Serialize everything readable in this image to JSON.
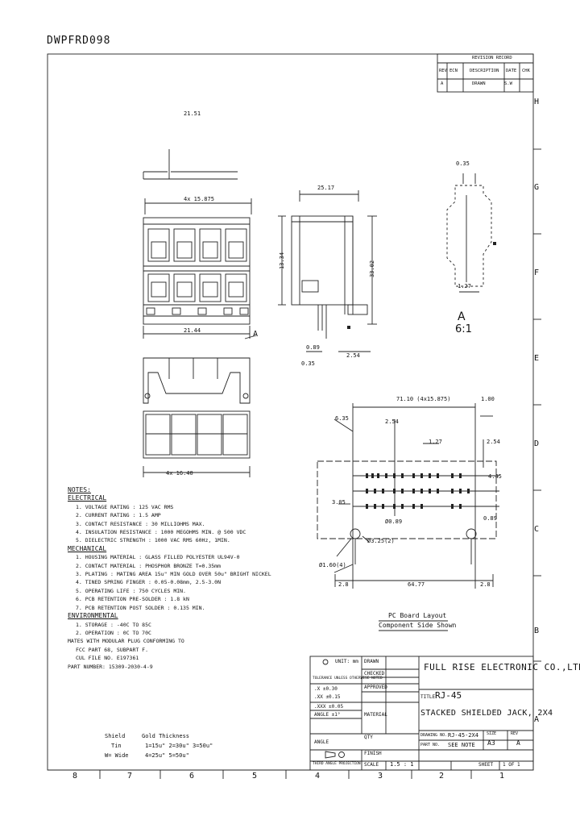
{
  "doc_number": "DWPFRD098",
  "revision_record": {
    "title": "REVISION RECORD",
    "headers": [
      "REV",
      "ECN",
      "DESCRIPTION",
      "DATE",
      "CHK"
    ],
    "row": [
      "A",
      "",
      "DRAWN",
      "",
      "S.W"
    ]
  },
  "view_labels": {
    "front_dim": "21.51",
    "width_dim": "4x 15.875",
    "depth_dim": "21.44",
    "bottom_dim": "4x 16.40",
    "side_width": "25.17",
    "side_height": "33.02",
    "pin_dims": [
      "0.89",
      "0.35",
      "2.54"
    ],
    "side_left_dim": "13.34",
    "section_marker": "A",
    "detail_label": "A",
    "detail_scale": "6:1",
    "detail_dims": [
      "0.35",
      "1.27"
    ]
  },
  "pcb_layout": {
    "top_dim": "71.10 (4x15.875)",
    "right_dims": [
      "1.00",
      "2.54",
      "4.45",
      "0.89",
      "1.27"
    ],
    "left_dims": [
      "6.35",
      "2.54",
      "3.05"
    ],
    "hole_label_1": "Ø0.89",
    "hole_label_2": "Ø3.25(2)",
    "hole_label_3": "Ø1.60(4)",
    "bottom_dims": [
      "2.8",
      "64.77",
      "2.8"
    ],
    "caption_1": "PC Board Layout",
    "caption_2": "Component Side Shown"
  },
  "notes": {
    "title": "NOTES:",
    "electrical_title": "ELECTRICAL",
    "electrical": [
      "1. VOLTAGE RATING           : 125 VAC RMS",
      "2. CURRENT RATING           : 1.5 AMP",
      "3. CONTACT RESISTANCE       : 30 MILLIOHMS MAX.",
      "4. INSULATION RESISTANCE    : 1000 MEGOHMS MIN. @ 500 VDC",
      "5. DIELECTRIC STRENGTH      : 1000 VAC RMS 60Hz, 1MIN."
    ],
    "mechanical_title": "MECHANICAL",
    "mechanical": [
      "1. HOUSING MATERIAL          : GLASS FILLED POLYESTER UL94V-0",
      "2. CONTACT MATERIAL          : PHOSPHOR BRONZE T=0.35mm",
      "3. PLATING                   : MATING AREA 15u\" MIN GOLD OVER 50u\" BRIGHT NICKEL",
      "4. TINED SPRING FINGER       : 0.05-0.08mm, 2.5-3.0N",
      "5. OPERATING LIFE            : 750 CYCLES MIN.",
      "6. PCB RETENTION PRE-SOLDER  : 1.8 kN",
      "7. PCB RETENTION POST SOLDER : 0.135 MIN."
    ],
    "environmental_title": "ENVIRONMENTAL",
    "environmental": [
      "1. STORAGE    : -40C TO 85C",
      "2. OPERATION  : 0C TO 70C",
      "MATES WITH MODULAR PLUG CONFORMING TO",
      "FCC PART 68, SUBPART F.",
      "CUL FILE NO. E197361",
      "PART NUMBER: 15309-2030-4-9"
    ],
    "shield_label": "Shield",
    "tin_label": "Tin",
    "wide_label": "W= Wide",
    "gold_label": "Gold Thickness",
    "gold_values": "1=15u\"  2=30u\"  3=50u\"",
    "wide_values": "4=25u\"  5=50u\""
  },
  "title_block": {
    "company": "FULL RISE ELECTRONIC CO.,LTD",
    "title_label": "TITLE",
    "title_line1": "RJ-45",
    "title_line2": "STACKED SHIELDED JACK, 2X4",
    "tolerance_label": "TOLERANCE UNLESS OTHERWISE NOTED",
    "units": "UNIT: mm",
    "drawing_no_label": "DRAWING NO.",
    "drawing_no": "RJ-45-2X4",
    "part_no_label": "PART NO.",
    "part_no": "SEE NOTE",
    "sheet_label": "SHEET",
    "sheet": "1 OF 1",
    "rev_label": "REV",
    "rev": "A",
    "scale_label": "SCALE",
    "scale": "1.5 : 1",
    "qty_label": "QTY",
    "material_label": "MATERIAL",
    "finish_label": "FINISH",
    "angle_label": "ANGLE",
    "projection_label": "THIRD ANGLE PROJECTION",
    "size_label": "SIZE",
    "size": "A3",
    "approved_label": "APPROVED",
    "checked_label": "CHECKED",
    "drawn_label": "DRAWN",
    "tol_rows": [
      ".X  ±0.30",
      ".XX ±0.15",
      ".XXX ±0.05",
      "ANGLE ±1°"
    ]
  },
  "border": {
    "bottom_zones": [
      "8",
      "7",
      "6",
      "5",
      "4",
      "3",
      "2",
      "1"
    ],
    "right_zones": [
      "H",
      "G",
      "F",
      "E",
      "D",
      "C",
      "B",
      "A"
    ]
  }
}
